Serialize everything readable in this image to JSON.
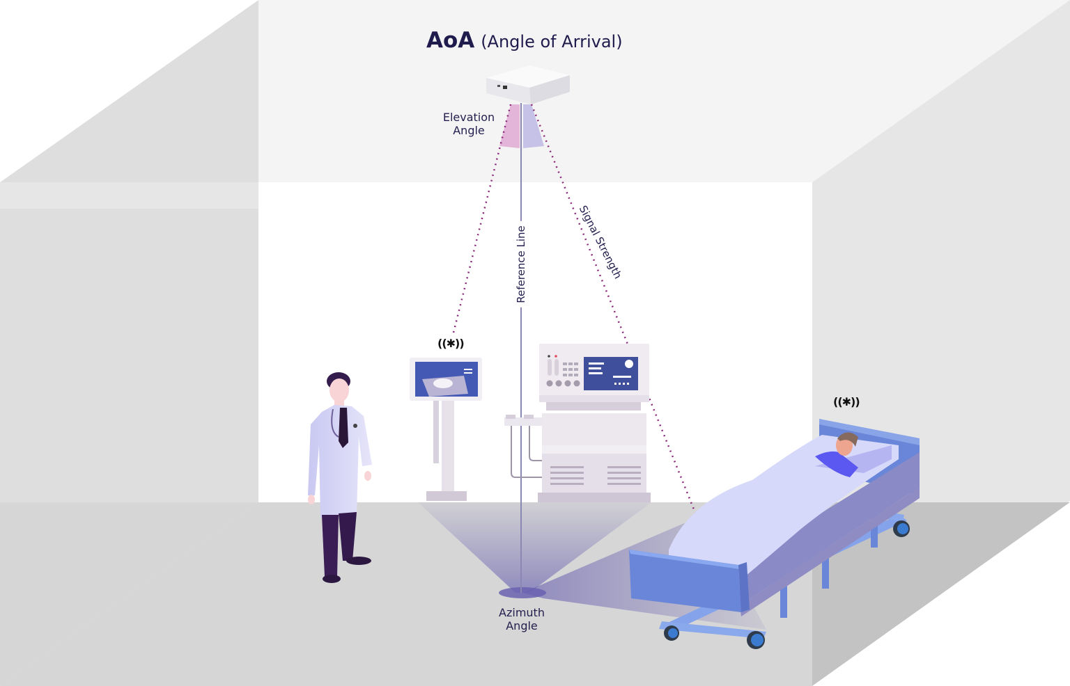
{
  "title": {
    "abbr": "AoA",
    "full": "(Angle of Arrival)"
  },
  "labels": {
    "elevation_angle": "Elevation Angle",
    "reference_line": "Reference Line",
    "signal_strength": "Signal Strength",
    "azimuth_angle": "Azimuth Angle"
  },
  "tags": {
    "ultrasound_tag": "((✱))",
    "patient_tag": "((✱))"
  },
  "colors": {
    "text": "#24204f",
    "ceiling": "#f4f4f4",
    "back_wall": "#ffffff",
    "side_wall_left": "#dedede",
    "side_wall_right": "#e6e6e6",
    "floor": "#d6d6d6",
    "signal_dots": "#8a2a7a",
    "reference_line": "#7d7aa8",
    "beam": "#6a62b0",
    "bed_frame": "#6b86d8",
    "sheet": "#d7d9fb",
    "patient_shirt": "#5b58f2",
    "doctor_coat": "#d9d8f5",
    "doctor_pants": "#3b1d55"
  },
  "figures": {
    "locator": "AoA locator device on ceiling",
    "doctor": "Doctor",
    "ultrasound": "Ultrasound monitor",
    "anesthesia": "Anesthesia machine",
    "patient_bed": "Patient on hospital bed"
  }
}
